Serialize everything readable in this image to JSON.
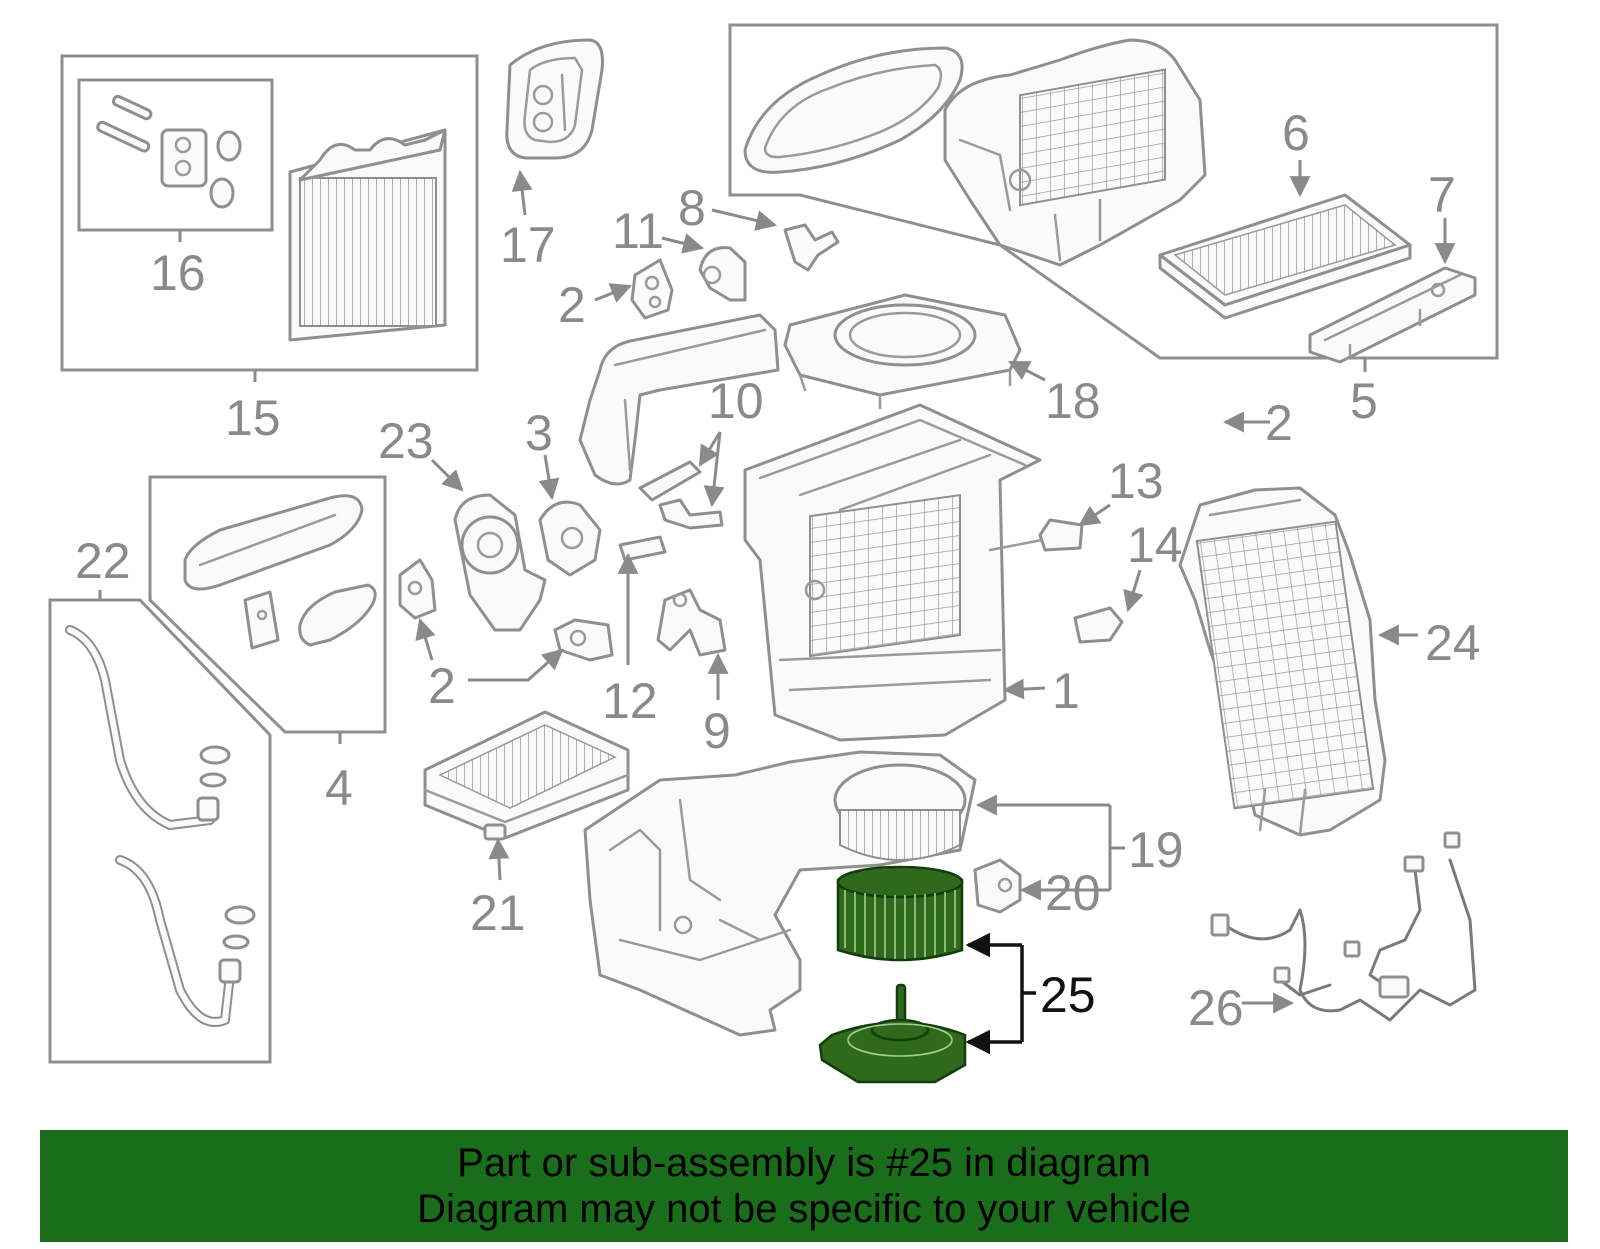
{
  "callouts": [
    {
      "id": "1",
      "label": "1"
    },
    {
      "id": "2a",
      "label": "2"
    },
    {
      "id": "2b",
      "label": "2"
    },
    {
      "id": "2c",
      "label": "2"
    },
    {
      "id": "3",
      "label": "3"
    },
    {
      "id": "4",
      "label": "4"
    },
    {
      "id": "5",
      "label": "5"
    },
    {
      "id": "6",
      "label": "6"
    },
    {
      "id": "7",
      "label": "7"
    },
    {
      "id": "8",
      "label": "8"
    },
    {
      "id": "9",
      "label": "9"
    },
    {
      "id": "10",
      "label": "10"
    },
    {
      "id": "11",
      "label": "11"
    },
    {
      "id": "12",
      "label": "12"
    },
    {
      "id": "13",
      "label": "13"
    },
    {
      "id": "14",
      "label": "14"
    },
    {
      "id": "15",
      "label": "15"
    },
    {
      "id": "16",
      "label": "16"
    },
    {
      "id": "17",
      "label": "17"
    },
    {
      "id": "18",
      "label": "18"
    },
    {
      "id": "19",
      "label": "19"
    },
    {
      "id": "20",
      "label": "20"
    },
    {
      "id": "21",
      "label": "21"
    },
    {
      "id": "22",
      "label": "22"
    },
    {
      "id": "23",
      "label": "23"
    },
    {
      "id": "24",
      "label": "24"
    },
    {
      "id": "25",
      "label": "25"
    },
    {
      "id": "26",
      "label": "26"
    }
  ],
  "highlighted_part": "25",
  "colors": {
    "highlight_fill": "#2f6a1c",
    "footer_background": "#1a6e1b",
    "line_art": "#8f8f8f"
  },
  "footer": {
    "line1": "Part or sub-assembly is #25 in diagram",
    "line2": "Diagram may not be specific to your vehicle"
  }
}
